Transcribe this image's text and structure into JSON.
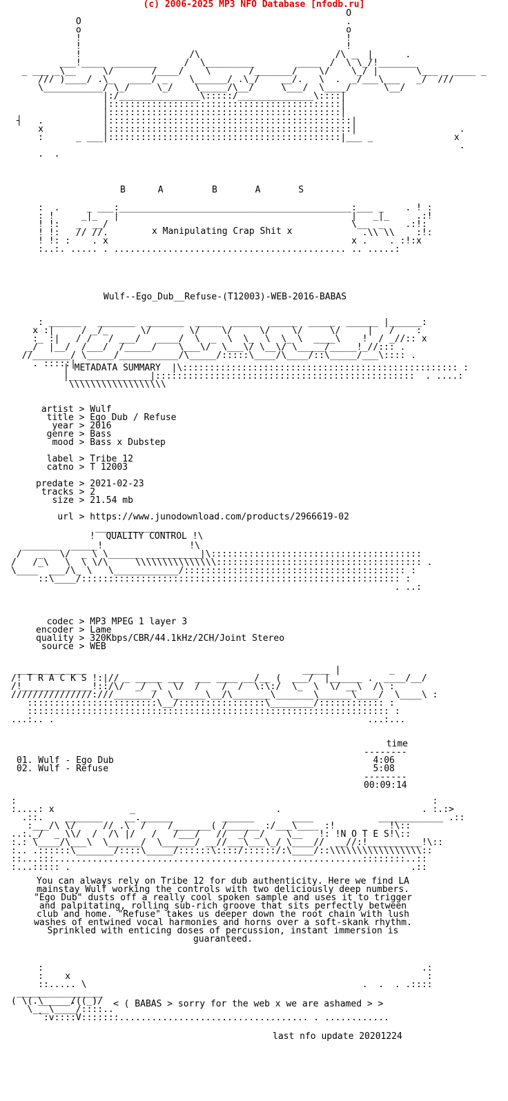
{
  "header": "(c) 2006-2025 MP3 NFO Database [nfodb.ru]",
  "logo": {
    "group_letters": "B      A         B       A       S",
    "tagline": "x Manipulating Crap Shit x"
  },
  "release_name": "Wulf--Ego_Dub__Refuse-(T12003)-WEB-2016-BABAS",
  "metadata": {
    "heading": "METADATA SUMMARY",
    "fields": [
      {
        "label": "artist",
        "value": "Wulf"
      },
      {
        "label": "title",
        "value": "Ego Dub / Refuse"
      },
      {
        "label": "year",
        "value": "2016"
      },
      {
        "label": "genre",
        "value": "Bass"
      },
      {
        "label": "mood",
        "value": "Bass x Dubstep"
      },
      {
        "label": "label",
        "value": "Tribe 12"
      },
      {
        "label": "catno",
        "value": "T 12003"
      },
      {
        "label": "predate",
        "value": "2021-02-23"
      },
      {
        "label": "tracks",
        "value": "2"
      },
      {
        "label": "size",
        "value": "21.54 mb"
      },
      {
        "label": "url",
        "value": "https://www.junodownload.com/products/2966619-02"
      }
    ]
  },
  "quality": {
    "heading": "QUALITY CONTROL",
    "fields": [
      {
        "label": "codec",
        "value": "MP3 MPEG 1 layer 3"
      },
      {
        "label": "encoder",
        "value": "Lame"
      },
      {
        "label": "quality",
        "value": "320Kbps/CBR/44.1kHz/2CH/Joint Stereo"
      },
      {
        "label": "source",
        "value": "WEB"
      }
    ]
  },
  "tracks": {
    "heading": "T R A C K S",
    "time_header": "time",
    "items": [
      {
        "number": "01.",
        "name": "Wulf - Ego Dub",
        "time": "4:06"
      },
      {
        "number": "02.",
        "name": "Wulf - Refuse",
        "time": "5:08"
      }
    ],
    "total": "00:09:14"
  },
  "notes": {
    "heading": "N O T E S",
    "lines": [
      "You can always rely on Tribe 12 for dub authenticity. Here we find LA",
      "mainstay Wulf working the controls with two deliciously deep numbers.",
      "\"Ego Dub\" dusts off a really cool spoken sample and uses it to trigger",
      "and palpitating, rolling sub-rich groove that sits perfectly between",
      "club and home. \"Refuse\" takes us deeper down the root chain with lush",
      "washes of entwined vocal harmonies and horns over a soft-skank rhythm.",
      "Sprinkled with enticing doses of percussion, instant immersion is",
      "guaranteed."
    ]
  },
  "footer": {
    "message": "< ( BABAS > sorry for the web x we are ashamed > >",
    "update": "last nfo update 20201224"
  }
}
